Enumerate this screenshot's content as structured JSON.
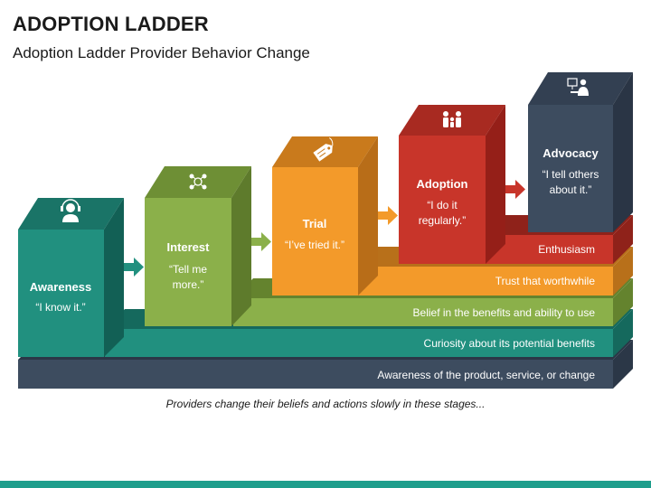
{
  "header": {
    "title": "ADOPTION LADDER",
    "subtitle": "Adoption Ladder Provider Behavior Change"
  },
  "colors": {
    "awareness": "#21907f",
    "interest": "#8bb04a",
    "trial": "#f39a2a",
    "adoption": "#c8352a",
    "advocacy": "#3d4c5f"
  },
  "stages": [
    {
      "name": "Awareness",
      "quote": "“I know it.”",
      "icon": "person-headset-icon"
    },
    {
      "name": "Interest",
      "quote_lines": [
        "“Tell me",
        "more.”"
      ],
      "icon": "network-people-icon"
    },
    {
      "name": "Trial",
      "quote": "“I’ve tried it.”",
      "icon": "price-tag-icon"
    },
    {
      "name": "Adoption",
      "quote_lines": [
        "“I do it",
        "regularly.”"
      ],
      "icon": "family-icon"
    },
    {
      "name": "Advocacy",
      "quote_lines": [
        "“I tell others",
        "about it.”"
      ],
      "icon": "presenter-icon"
    }
  ],
  "steps": [
    "Awareness of the product, service, or change",
    "Curiosity about its potential benefits",
    "Belief in the benefits and ability to use",
    "Trust that worthwhile",
    "Enthusiasm"
  ],
  "footnote": "Providers change their beliefs and actions slowly in these stages..."
}
